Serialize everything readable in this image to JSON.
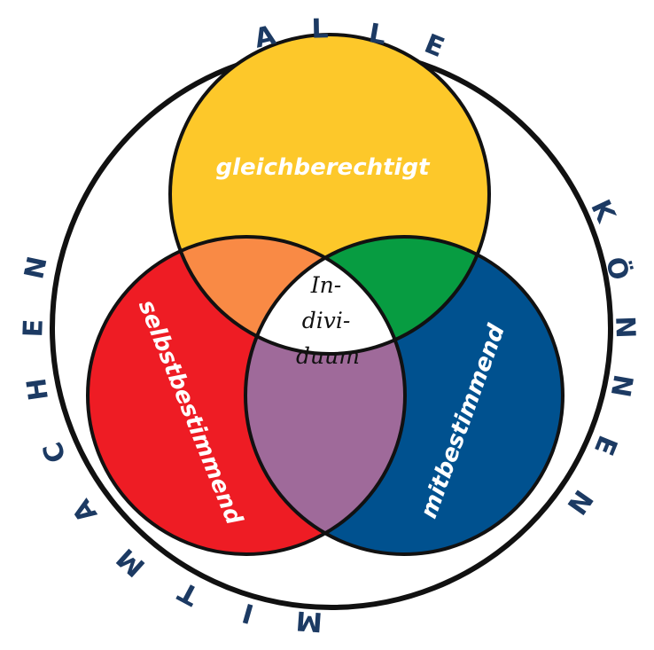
{
  "diagram": {
    "ring_text": {
      "top": [
        "A",
        "L",
        "L",
        "E"
      ],
      "right": [
        "K",
        "Ö",
        "N",
        "N",
        "E",
        "N"
      ],
      "left_bottom": [
        "M",
        "I",
        "T",
        "M",
        "A",
        "C",
        "H",
        "E",
        "N"
      ]
    },
    "circles": {
      "top": {
        "label": "gleichberechtigt",
        "color": "#fdc82a"
      },
      "left": {
        "label": "selbstbestimmend",
        "color": "#ee1c24"
      },
      "right": {
        "label": "mitbestimmend",
        "color": "#00518f"
      }
    },
    "overlaps": {
      "top_left": "#f98a45",
      "top_right": "#079c41",
      "left_right": "#9f6a9a",
      "center": "#ffffff"
    },
    "center": {
      "lines": [
        "In-",
        "divi-",
        "duum"
      ]
    }
  }
}
